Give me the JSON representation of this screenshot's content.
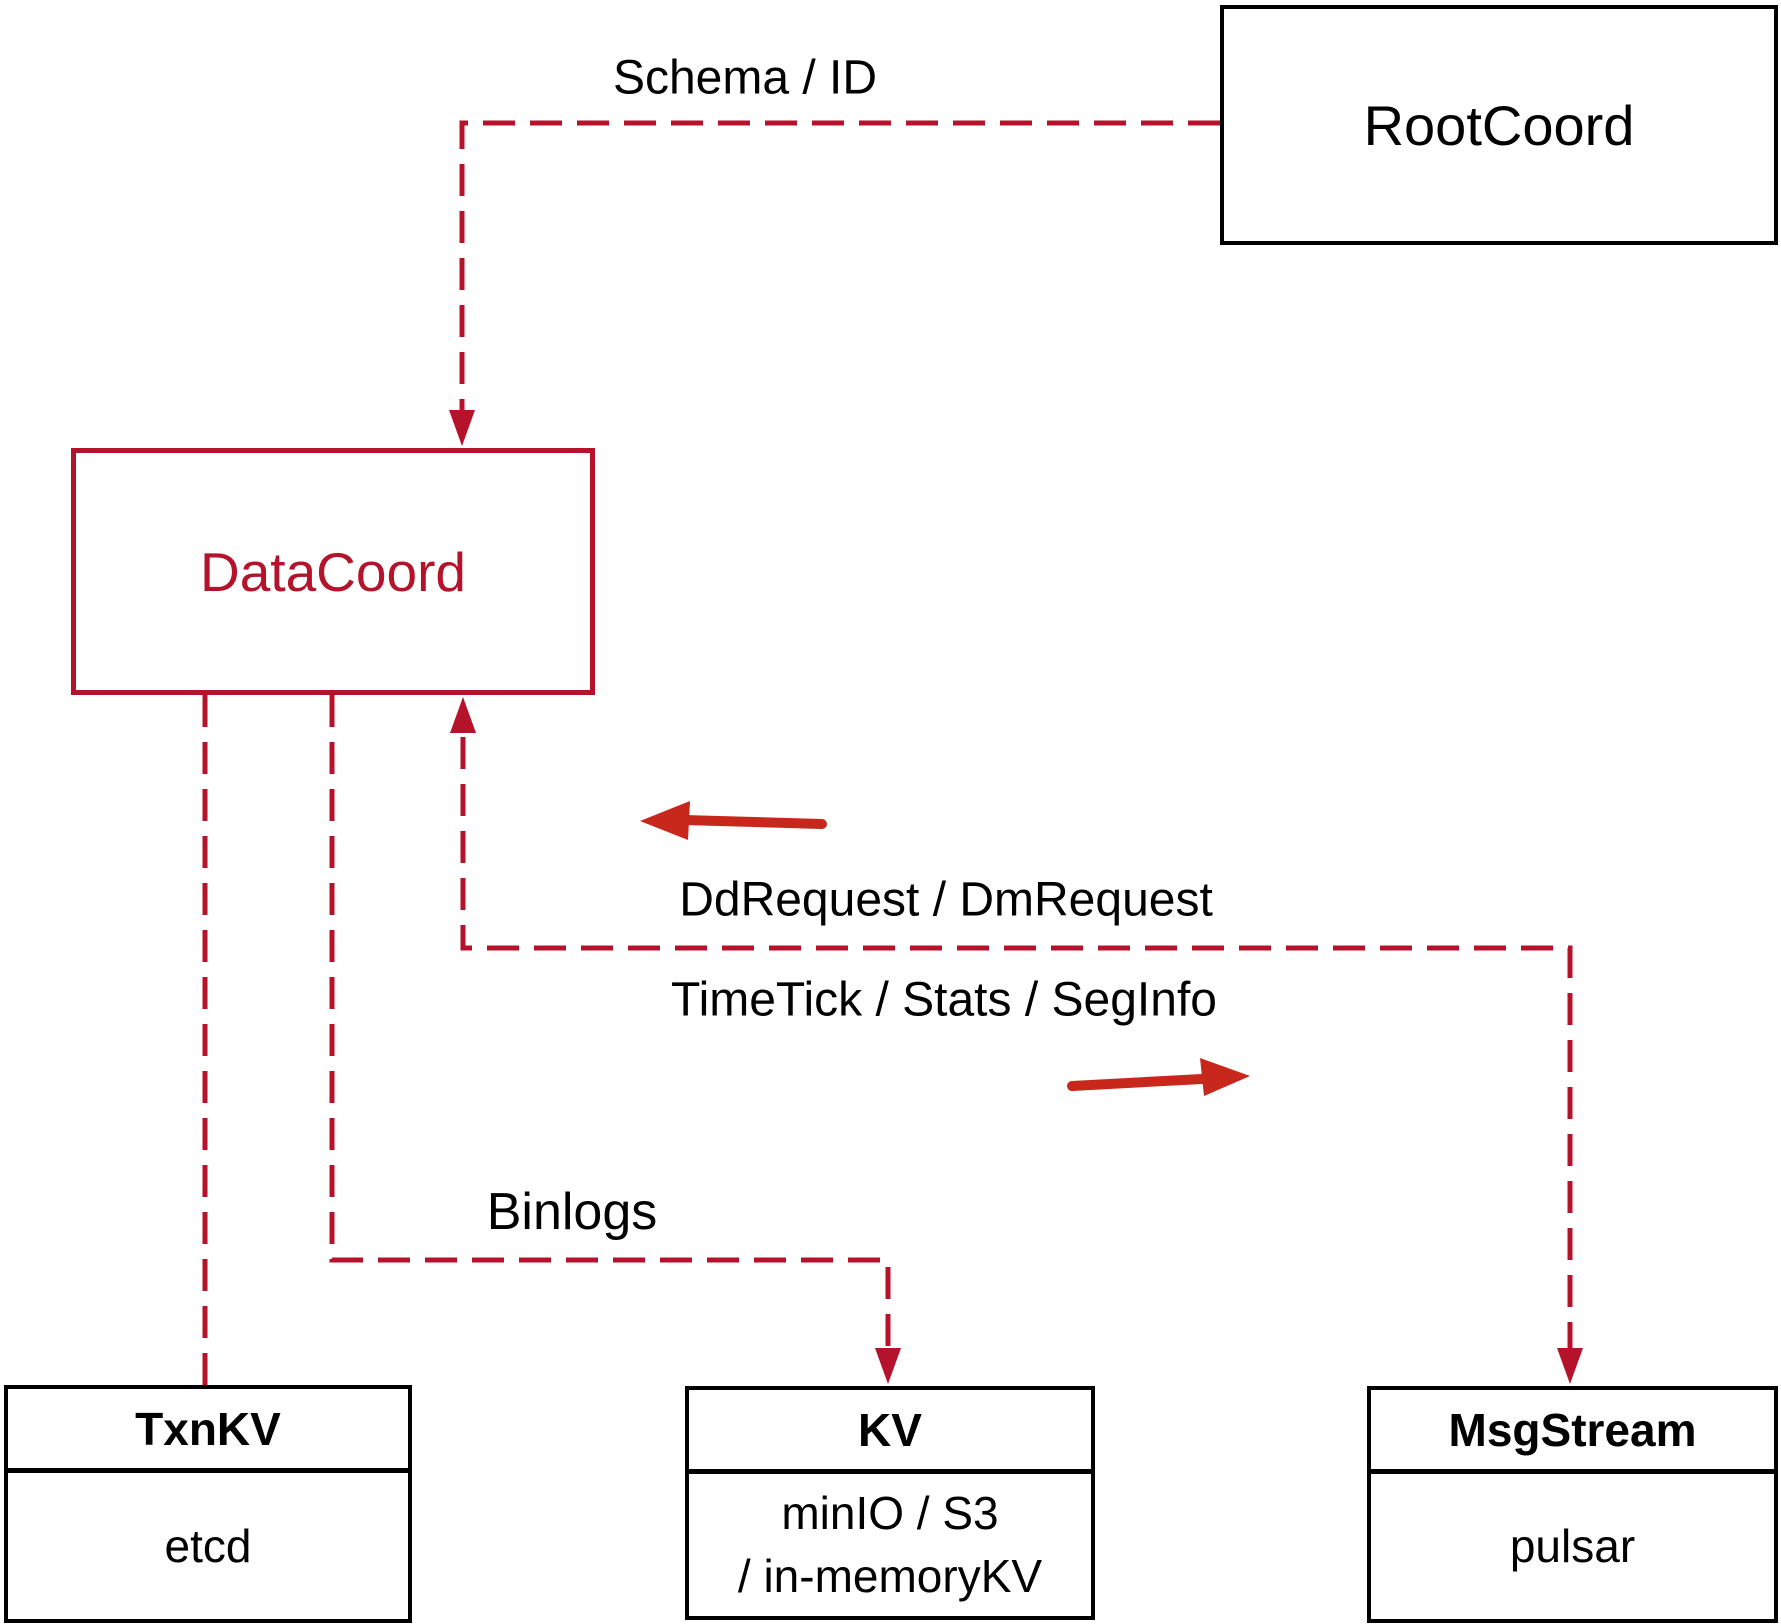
{
  "nodes": {
    "rootcoord": {
      "label": "RootCoord"
    },
    "datacoord": {
      "label": "DataCoord"
    },
    "txnkv": {
      "title": "TxnKV",
      "body": "etcd"
    },
    "kv": {
      "title": "KV",
      "body_line1": "minIO / S3",
      "body_line2": "/ in-memoryKV"
    },
    "msgstream": {
      "title": "MsgStream",
      "body": "pulsar"
    }
  },
  "edges": {
    "schema_id": {
      "label": "Schema / ID"
    },
    "dd_dm": {
      "label": "DdRequest / DmRequest"
    },
    "timetick": {
      "label": "TimeTick / Stats / SegInfo"
    },
    "binlogs": {
      "label": "Binlogs"
    }
  },
  "colors": {
    "dashed_line": "#b5122c",
    "solid_arrow": "#c8271b",
    "box_border": "#000000",
    "text": "#000000",
    "background": "#ffffff"
  }
}
